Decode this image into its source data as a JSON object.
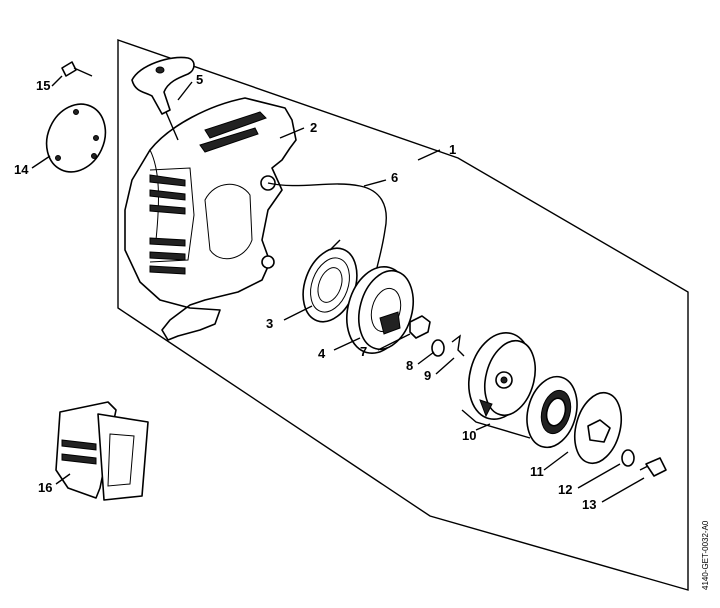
{
  "diagram": {
    "drawing_code": "4140-GET-0032-A0",
    "callouts": [
      {
        "id": "1",
        "label": "1"
      },
      {
        "id": "2",
        "label": "2"
      },
      {
        "id": "3",
        "label": "3"
      },
      {
        "id": "4",
        "label": "4"
      },
      {
        "id": "5",
        "label": "5"
      },
      {
        "id": "6",
        "label": "6"
      },
      {
        "id": "7",
        "label": "7"
      },
      {
        "id": "8",
        "label": "8"
      },
      {
        "id": "9",
        "label": "9"
      },
      {
        "id": "10",
        "label": "10"
      },
      {
        "id": "11",
        "label": "11"
      },
      {
        "id": "12",
        "label": "12"
      },
      {
        "id": "13",
        "label": "13"
      },
      {
        "id": "14",
        "label": "14"
      },
      {
        "id": "15",
        "label": "15"
      },
      {
        "id": "16",
        "label": "16"
      }
    ]
  }
}
